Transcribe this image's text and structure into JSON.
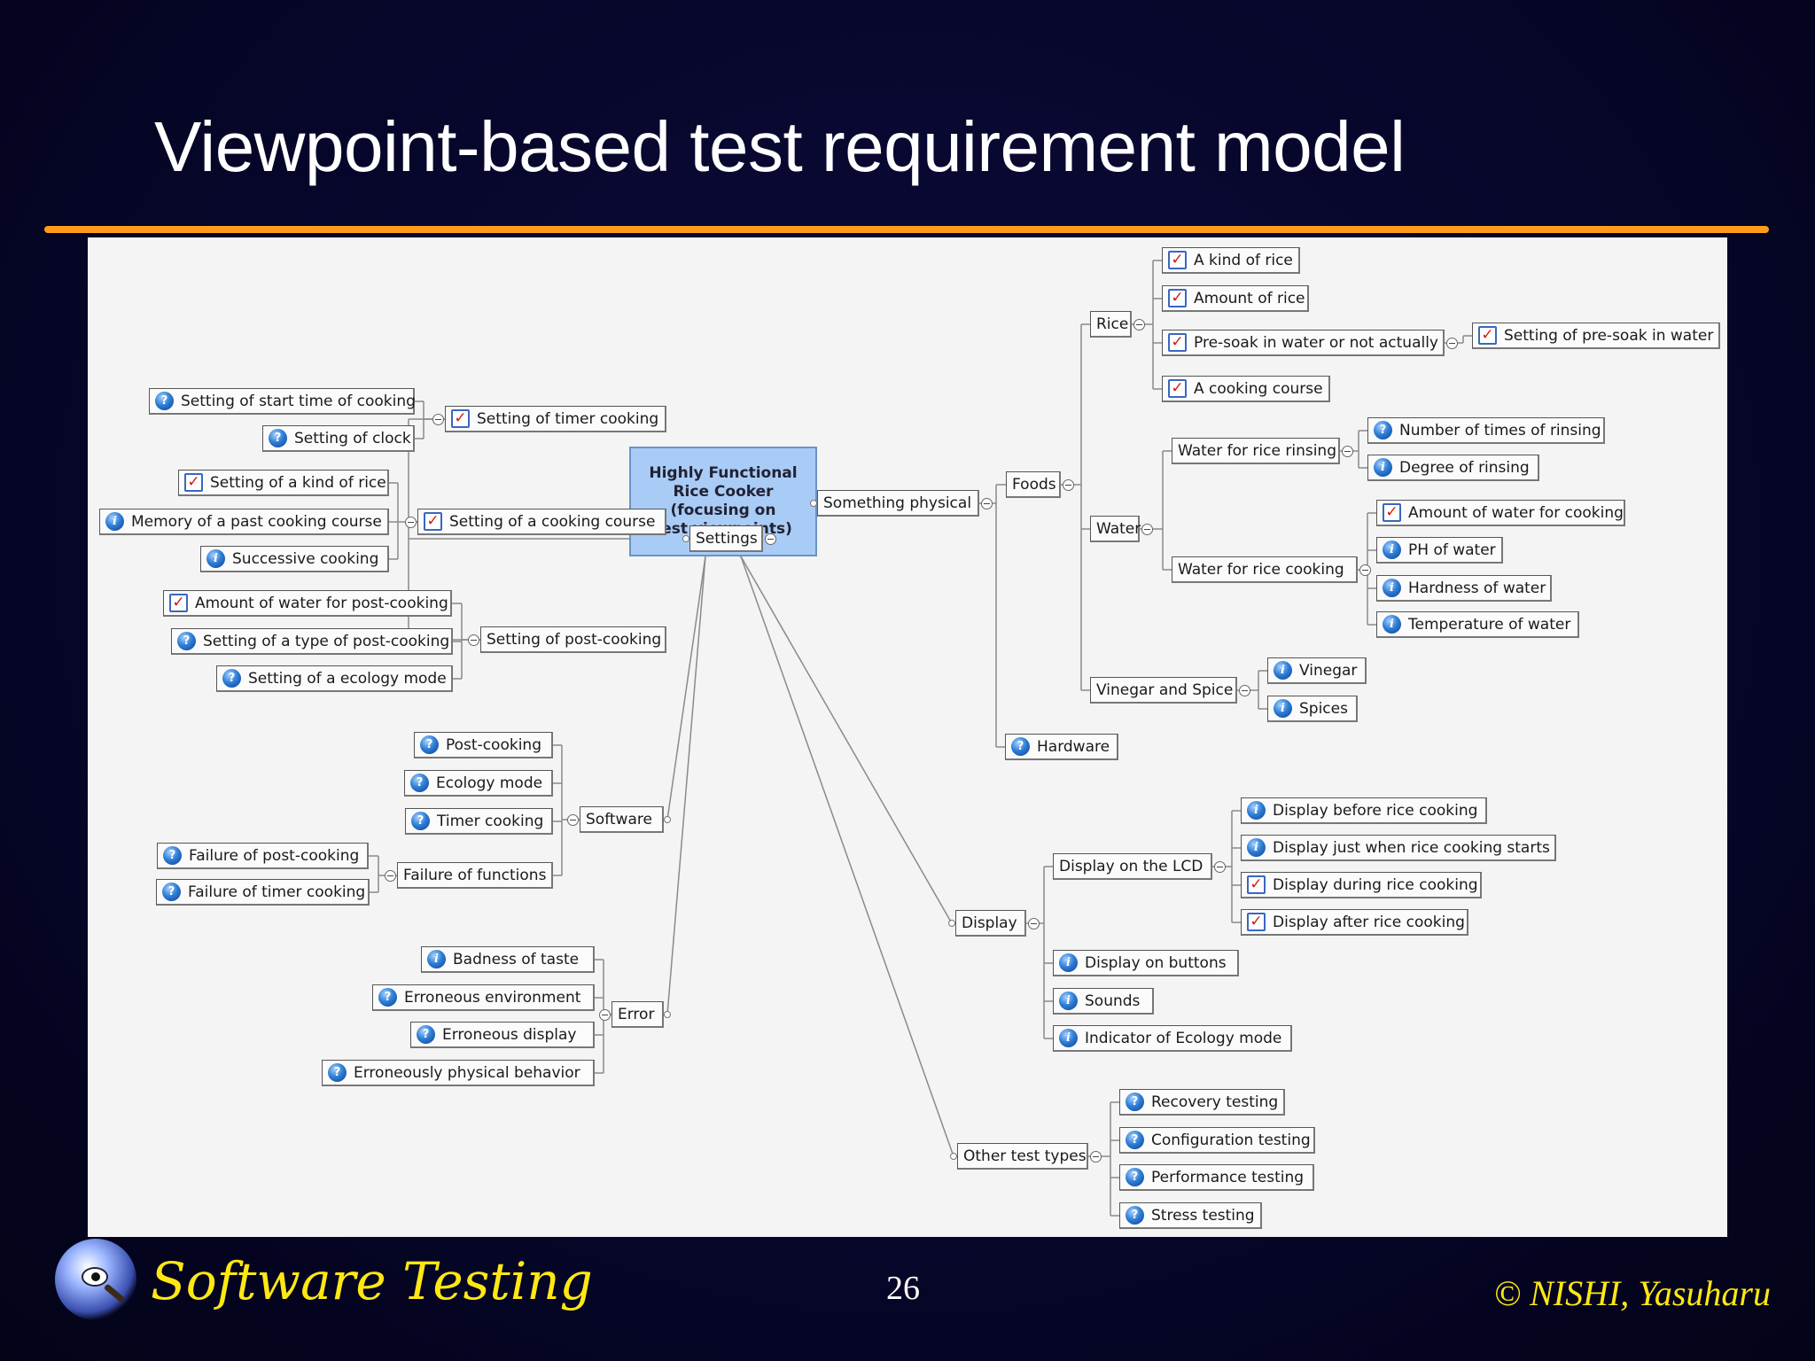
{
  "slide": {
    "title": "Viewpoint-based test requirement model",
    "page_number": "26",
    "brand": "Software Testing",
    "copyright": "© NISHI, Yasuharu",
    "colors": {
      "background": "#06062a",
      "rule": "#ff9b1a",
      "brand": "#ffe812",
      "central_fill": "#a9ccf6"
    }
  },
  "mindmap": {
    "central_lines": [
      "Highly Functional",
      "Rice Cooker",
      "(focusing on",
      "test viewpoints)"
    ],
    "icon_legend": {
      "q": "question-icon",
      "i": "info-icon",
      "c": "checkbox-checked-icon"
    },
    "nodes": {
      "settings": {
        "label": "Settings"
      },
      "set_timer": {
        "label": "Setting of timer cooking",
        "icon": "c"
      },
      "start_time": {
        "label": "Setting of start time of cooking",
        "icon": "q"
      },
      "clock": {
        "label": "Setting of clock",
        "icon": "q"
      },
      "set_course": {
        "label": "Setting of a cooking course",
        "icon": "c"
      },
      "kind_rice_setting": {
        "label": "Setting of a kind of rice",
        "icon": "c"
      },
      "memory_course": {
        "label": "Memory of a past cooking course",
        "icon": "i"
      },
      "successive": {
        "label": "Successive cooking",
        "icon": "i"
      },
      "set_post": {
        "label": "Setting of post-cooking"
      },
      "amt_water_post": {
        "label": "Amount of water for post-cooking",
        "icon": "c"
      },
      "type_post": {
        "label": "Setting of a type of post-cooking",
        "icon": "q"
      },
      "ecology_setting": {
        "label": "Setting of a ecology mode",
        "icon": "q"
      },
      "software": {
        "label": "Software"
      },
      "post_cooking": {
        "label": "Post-cooking",
        "icon": "q"
      },
      "ecology_mode": {
        "label": "Ecology mode",
        "icon": "q"
      },
      "timer_cooking": {
        "label": "Timer cooking",
        "icon": "q"
      },
      "failure_funcs": {
        "label": "Failure of functions"
      },
      "failure_post": {
        "label": "Failure of post-cooking",
        "icon": "q"
      },
      "failure_timer": {
        "label": "Failure of timer cooking",
        "icon": "q"
      },
      "error": {
        "label": "Error"
      },
      "badness": {
        "label": "Badness of taste",
        "icon": "i"
      },
      "err_env": {
        "label": "Erroneous environment",
        "icon": "q"
      },
      "err_disp": {
        "label": "Erroneous display",
        "icon": "q"
      },
      "err_phys": {
        "label": "Erroneously physical behavior",
        "icon": "q"
      },
      "physical": {
        "label": "Something physical"
      },
      "foods": {
        "label": "Foods"
      },
      "rice": {
        "label": "Rice"
      },
      "kind_rice": {
        "label": "A kind of rice",
        "icon": "c"
      },
      "amt_rice": {
        "label": "Amount of rice",
        "icon": "c"
      },
      "presoak": {
        "label": "Pre-soak in water or not actually",
        "icon": "c"
      },
      "presoak_set": {
        "label": "Setting of pre-soak in water",
        "icon": "c"
      },
      "course": {
        "label": "A cooking course",
        "icon": "c"
      },
      "water": {
        "label": "Water"
      },
      "rinse_water": {
        "label": "Water for rice rinsing"
      },
      "num_rinse": {
        "label": "Number of times of rinsing",
        "icon": "q"
      },
      "deg_rinse": {
        "label": "Degree of rinsing",
        "icon": "i"
      },
      "cook_water": {
        "label": "Water for rice cooking"
      },
      "amt_water_cook": {
        "label": "Amount of water for cooking",
        "icon": "c"
      },
      "ph": {
        "label": "PH of water",
        "icon": "i"
      },
      "hardness": {
        "label": "Hardness of water",
        "icon": "i"
      },
      "temp": {
        "label": "Temperature of water",
        "icon": "i"
      },
      "vinegar_spice": {
        "label": "Vinegar and Spice"
      },
      "vinegar": {
        "label": "Vinegar",
        "icon": "i"
      },
      "spices": {
        "label": "Spices",
        "icon": "i"
      },
      "hardware": {
        "label": "Hardware",
        "icon": "q"
      },
      "display": {
        "label": "Display"
      },
      "lcd": {
        "label": "Display on the LCD"
      },
      "disp_before": {
        "label": "Display before rice cooking",
        "icon": "i"
      },
      "disp_start": {
        "label": "Display just when rice cooking starts",
        "icon": "i"
      },
      "disp_during": {
        "label": "Display during rice cooking",
        "icon": "c"
      },
      "disp_after": {
        "label": "Display after rice cooking",
        "icon": "c"
      },
      "disp_buttons": {
        "label": "Display on buttons",
        "icon": "i"
      },
      "sounds": {
        "label": "Sounds",
        "icon": "i"
      },
      "eco_indicator": {
        "label": "Indicator of Ecology mode",
        "icon": "i"
      },
      "other": {
        "label": "Other test types"
      },
      "recovery": {
        "label": "Recovery testing",
        "icon": "q"
      },
      "configuration": {
        "label": "Configuration testing",
        "icon": "q"
      },
      "performance": {
        "label": "Performance testing",
        "icon": "q"
      },
      "stress": {
        "label": "Stress testing",
        "icon": "q"
      }
    },
    "edges": [
      [
        "center",
        "settings"
      ],
      [
        "center",
        "software"
      ],
      [
        "center",
        "error"
      ],
      [
        "center",
        "physical"
      ],
      [
        "center",
        "display"
      ],
      [
        "center",
        "other"
      ],
      [
        "settings",
        "set_timer"
      ],
      [
        "settings",
        "set_course"
      ],
      [
        "settings",
        "set_post"
      ],
      [
        "set_timer",
        "start_time"
      ],
      [
        "set_timer",
        "clock"
      ],
      [
        "set_course",
        "kind_rice_setting"
      ],
      [
        "set_course",
        "memory_course"
      ],
      [
        "set_course",
        "successive"
      ],
      [
        "set_post",
        "amt_water_post"
      ],
      [
        "set_post",
        "type_post"
      ],
      [
        "set_post",
        "ecology_setting"
      ],
      [
        "software",
        "post_cooking"
      ],
      [
        "software",
        "ecology_mode"
      ],
      [
        "software",
        "timer_cooking"
      ],
      [
        "software",
        "failure_funcs"
      ],
      [
        "failure_funcs",
        "failure_post"
      ],
      [
        "failure_funcs",
        "failure_timer"
      ],
      [
        "error",
        "badness"
      ],
      [
        "error",
        "err_env"
      ],
      [
        "error",
        "err_disp"
      ],
      [
        "error",
        "err_phys"
      ],
      [
        "physical",
        "foods"
      ],
      [
        "physical",
        "hardware"
      ],
      [
        "foods",
        "rice"
      ],
      [
        "foods",
        "water"
      ],
      [
        "foods",
        "vinegar_spice"
      ],
      [
        "rice",
        "kind_rice"
      ],
      [
        "rice",
        "amt_rice"
      ],
      [
        "rice",
        "presoak"
      ],
      [
        "rice",
        "course"
      ],
      [
        "presoak",
        "presoak_set"
      ],
      [
        "water",
        "rinse_water"
      ],
      [
        "water",
        "cook_water"
      ],
      [
        "rinse_water",
        "num_rinse"
      ],
      [
        "rinse_water",
        "deg_rinse"
      ],
      [
        "cook_water",
        "amt_water_cook"
      ],
      [
        "cook_water",
        "ph"
      ],
      [
        "cook_water",
        "hardness"
      ],
      [
        "cook_water",
        "temp"
      ],
      [
        "vinegar_spice",
        "vinegar"
      ],
      [
        "vinegar_spice",
        "spices"
      ],
      [
        "display",
        "lcd"
      ],
      [
        "display",
        "disp_buttons"
      ],
      [
        "display",
        "sounds"
      ],
      [
        "display",
        "eco_indicator"
      ],
      [
        "lcd",
        "disp_before"
      ],
      [
        "lcd",
        "disp_start"
      ],
      [
        "lcd",
        "disp_during"
      ],
      [
        "lcd",
        "disp_after"
      ],
      [
        "other",
        "recovery"
      ],
      [
        "other",
        "configuration"
      ],
      [
        "other",
        "performance"
      ],
      [
        "other",
        "stress"
      ]
    ]
  }
}
